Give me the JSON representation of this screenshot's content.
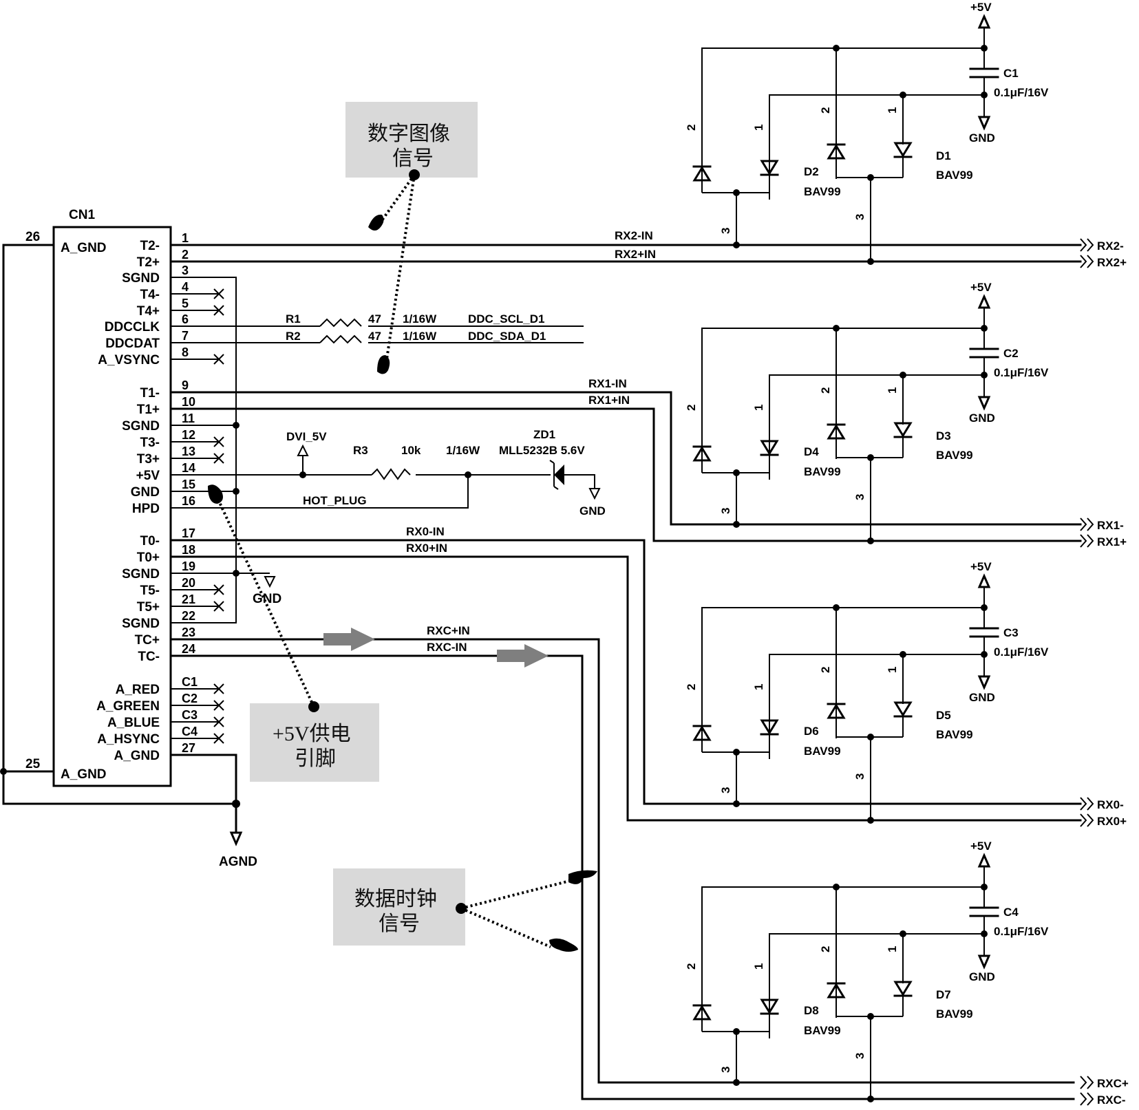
{
  "connector": {
    "ref": "CN1",
    "left_pins": [
      {
        "num": "26",
        "name": "A_GND"
      },
      {
        "num": "25",
        "name": "A_GND"
      }
    ],
    "right_pins": [
      {
        "num": "1",
        "name": "T2-"
      },
      {
        "num": "2",
        "name": "T2+"
      },
      {
        "num": "3",
        "name": "SGND"
      },
      {
        "num": "4",
        "name": "T4-"
      },
      {
        "num": "5",
        "name": "T4+"
      },
      {
        "num": "6",
        "name": "DDCCLK"
      },
      {
        "num": "7",
        "name": "DDCDAT"
      },
      {
        "num": "8",
        "name": "A_VSYNC"
      },
      {
        "num": "9",
        "name": "T1-"
      },
      {
        "num": "10",
        "name": "T1+"
      },
      {
        "num": "11",
        "name": "SGND"
      },
      {
        "num": "12",
        "name": "T3-"
      },
      {
        "num": "13",
        "name": "T3+"
      },
      {
        "num": "14",
        "name": "+5V"
      },
      {
        "num": "15",
        "name": "GND"
      },
      {
        "num": "16",
        "name": "HPD"
      },
      {
        "num": "17",
        "name": "T0-"
      },
      {
        "num": "18",
        "name": "T0+"
      },
      {
        "num": "19",
        "name": "SGND"
      },
      {
        "num": "20",
        "name": "T5-"
      },
      {
        "num": "21",
        "name": "T5+"
      },
      {
        "num": "22",
        "name": "SGND"
      },
      {
        "num": "23",
        "name": "TC+"
      },
      {
        "num": "24",
        "name": "TC-"
      },
      {
        "num": "C1",
        "name": "A_RED"
      },
      {
        "num": "C2",
        "name": "A_GREEN"
      },
      {
        "num": "C3",
        "name": "A_BLUE"
      },
      {
        "num": "C4",
        "name": "A_HSYNC"
      },
      {
        "num": "27",
        "name": "A_GND"
      }
    ]
  },
  "nets": {
    "rx2_minus_in": "RX2-IN",
    "rx2_plus_in": "RX2+IN",
    "rx1_minus_in": "RX1-IN",
    "rx1_plus_in": "RX1+IN",
    "rx0_minus_in": "RX0-IN",
    "rx0_plus_in": "RX0+IN",
    "rxc_plus_in": "RXC+IN",
    "rxc_minus_in": "RXC-IN",
    "hot_plug": "HOT_PLUG",
    "ddc_scl": "DDC_SCL_D1",
    "ddc_sda": "DDC_SDA_D1",
    "dvi_5v": "DVI_5V",
    "gnd": "GND",
    "agnd": "AGND",
    "plus5v": "+5V"
  },
  "outputs": [
    {
      "a": "RX2-",
      "b": "RX2+"
    },
    {
      "a": "RX1-",
      "b": "RX1+"
    },
    {
      "a": "RX0-",
      "b": "RX0+"
    },
    {
      "a": "RXC+",
      "b": "RXC-"
    }
  ],
  "resistors": {
    "r1": {
      "ref": "R1",
      "value": "47",
      "power": "1/16W"
    },
    "r2": {
      "ref": "R2",
      "value": "47",
      "power": "1/16W"
    },
    "r3": {
      "ref": "R3",
      "value": "10k",
      "power": "1/16W"
    }
  },
  "zener": {
    "ref": "ZD1",
    "part": "MLL5232B 5.6V"
  },
  "protection_blocks": [
    {
      "cap": "C1",
      "cap_value": "0.1μF/16V",
      "diode_left": "D2",
      "diode_right": "D1",
      "part": "BAV99"
    },
    {
      "cap": "C2",
      "cap_value": "0.1μF/16V",
      "diode_left": "D4",
      "diode_right": "D3",
      "part": "BAV99"
    },
    {
      "cap": "C3",
      "cap_value": "0.1μF/16V",
      "diode_left": "D6",
      "diode_right": "D5",
      "part": "BAV99"
    },
    {
      "cap": "C4",
      "cap_value": "0.1μF/16V",
      "diode_left": "D8",
      "diode_right": "D7",
      "part": "BAV99"
    }
  ],
  "diode_pin_labels": {
    "p1": "1",
    "p2": "2",
    "p3": "3"
  },
  "annotations": {
    "digital_image_signal": {
      "line1": "数字图像",
      "line2": "信号"
    },
    "power_pin": {
      "line1": "+5V供电",
      "line2": "引脚"
    },
    "data_clock_signal": {
      "line1": "数据时钟",
      "line2": "信号"
    }
  }
}
